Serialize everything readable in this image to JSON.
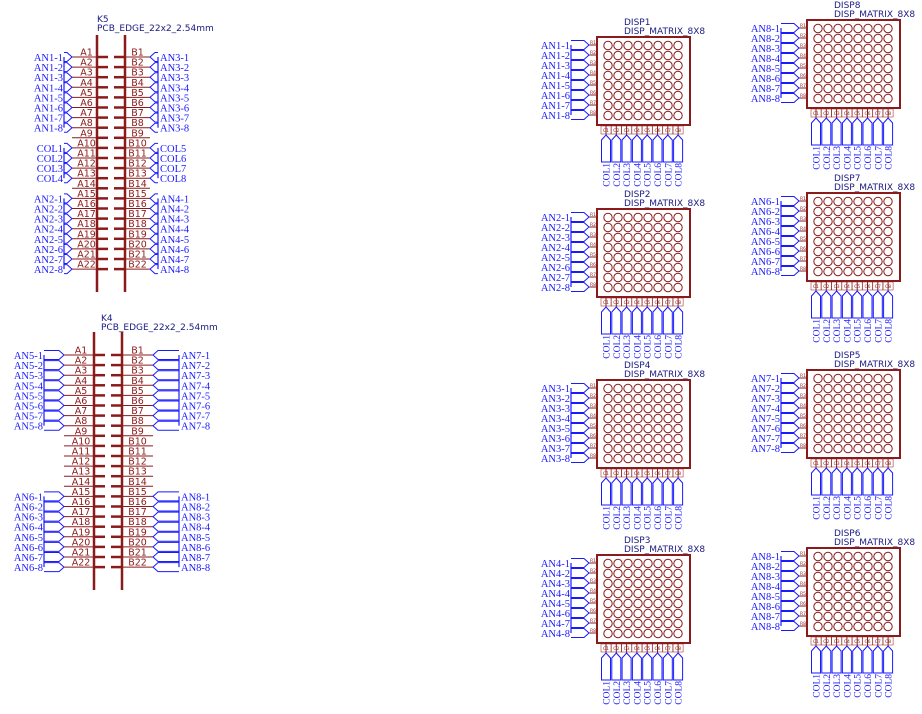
{
  "colors": {
    "component": "#8b1a1a",
    "net": "#1a1aff",
    "reference": "#1a1a80",
    "background": "#ffffff"
  },
  "connectors": [
    {
      "ref": "K5",
      "value": "PCB_EDGE_22x2_2.54mm",
      "a_pins": [
        "A1",
        "A2",
        "A3",
        "A4",
        "A5",
        "A6",
        "A7",
        "A8",
        "A9",
        "A10",
        "A11",
        "A12",
        "A13",
        "A14",
        "A15",
        "A16",
        "A17",
        "A18",
        "A19",
        "A20",
        "A21",
        "A22"
      ],
      "b_pins": [
        "B1",
        "B2",
        "B3",
        "B4",
        "B5",
        "B6",
        "B7",
        "B8",
        "B9",
        "B10",
        "B11",
        "B12",
        "B13",
        "B14",
        "B15",
        "B16",
        "B17",
        "B18",
        "B19",
        "B20",
        "B21",
        "B22"
      ],
      "a_nets": [
        "AN1-1",
        "AN1-2",
        "AN1-3",
        "AN1-4",
        "AN1-5",
        "AN1-6",
        "AN1-7",
        "AN1-8",
        "",
        "COL1",
        "COL2",
        "COL3",
        "COL4",
        "",
        "AN2-1",
        "AN2-2",
        "AN2-3",
        "AN2-4",
        "AN2-5",
        "AN2-6",
        "AN2-7",
        "AN2-8"
      ],
      "b_nets": [
        "AN3-1",
        "AN3-2",
        "AN3-3",
        "AN3-4",
        "AN3-5",
        "AN3-6",
        "AN3-7",
        "AN3-8",
        "",
        "COL5",
        "COL6",
        "COL7",
        "COL8",
        "",
        "AN4-1",
        "AN4-2",
        "AN4-3",
        "AN4-4",
        "AN4-5",
        "AN4-6",
        "AN4-7",
        "AN4-8"
      ]
    },
    {
      "ref": "K4",
      "value": "PCB_EDGE_22x2_2.54mm",
      "a_pins": [
        "A1",
        "A2",
        "A3",
        "A4",
        "A5",
        "A6",
        "A7",
        "A8",
        "A9",
        "A10",
        "A11",
        "A12",
        "A13",
        "A14",
        "A15",
        "A16",
        "A17",
        "A18",
        "A19",
        "A20",
        "A21",
        "A22"
      ],
      "b_pins": [
        "B1",
        "B2",
        "B3",
        "B4",
        "B5",
        "B6",
        "B7",
        "B8",
        "B9",
        "B10",
        "B11",
        "B12",
        "B13",
        "B14",
        "B15",
        "B16",
        "B17",
        "B18",
        "B19",
        "B20",
        "B21",
        "B22"
      ],
      "a_nets": [
        "AN5-1",
        "AN5-2",
        "AN5-3",
        "AN5-4",
        "AN5-5",
        "AN5-6",
        "AN5-7",
        "AN5-8",
        "",
        "",
        "",
        "",
        "",
        "",
        "AN6-1",
        "AN6-2",
        "AN6-3",
        "AN6-4",
        "AN6-5",
        "AN6-6",
        "AN6-7",
        "AN6-8"
      ],
      "b_nets": [
        "AN7-1",
        "AN7-2",
        "AN7-3",
        "AN7-4",
        "AN7-5",
        "AN7-6",
        "AN7-7",
        "AN7-8",
        "",
        "",
        "",
        "",
        "",
        "",
        "AN8-1",
        "AN8-2",
        "AN8-3",
        "AN8-4",
        "AN8-5",
        "AN8-6",
        "AN8-7",
        "AN8-8"
      ]
    }
  ],
  "displays": [
    {
      "ref": "DISP1",
      "value": "DISP_MATRIX_8X8",
      "row_nets": [
        "AN1-1",
        "AN1-2",
        "AN1-3",
        "AN1-4",
        "AN1-5",
        "AN1-6",
        "AN1-7",
        "AN1-8"
      ]
    },
    {
      "ref": "DISP8",
      "value": "DISP_MATRIX_8X8",
      "row_nets": [
        "AN8-1",
        "AN8-2",
        "AN8-3",
        "AN8-4",
        "AN8-5",
        "AN8-6",
        "AN8-7",
        "AN8-8"
      ]
    },
    {
      "ref": "DISP2",
      "value": "DISP_MATRIX_8X8",
      "row_nets": [
        "AN2-1",
        "AN2-2",
        "AN2-3",
        "AN2-4",
        "AN2-5",
        "AN2-6",
        "AN2-7",
        "AN2-8"
      ]
    },
    {
      "ref": "DISP7",
      "value": "DISP_MATRIX_8X8",
      "row_nets": [
        "AN6-1",
        "AN6-2",
        "AN6-3",
        "AN6-4",
        "AN6-5",
        "AN6-6",
        "AN6-7",
        "AN6-8"
      ]
    },
    {
      "ref": "DISP4",
      "value": "DISP_MATRIX_8X8",
      "row_nets": [
        "AN3-1",
        "AN3-2",
        "AN3-3",
        "AN3-4",
        "AN3-5",
        "AN3-6",
        "AN3-7",
        "AN3-8"
      ]
    },
    {
      "ref": "DISP5",
      "value": "DISP_MATRIX_8X8",
      "row_nets": [
        "AN7-1",
        "AN7-2",
        "AN7-3",
        "AN7-4",
        "AN7-5",
        "AN7-6",
        "AN7-7",
        "AN7-8"
      ]
    },
    {
      "ref": "DISP3",
      "value": "DISP_MATRIX_8X8",
      "row_nets": [
        "AN4-1",
        "AN4-2",
        "AN4-3",
        "AN4-4",
        "AN4-5",
        "AN4-6",
        "AN4-7",
        "AN4-8"
      ]
    },
    {
      "ref": "DISP6",
      "value": "DISP_MATRIX_8X8",
      "row_nets": [
        "AN8-1",
        "AN8-2",
        "AN8-3",
        "AN8-4",
        "AN8-5",
        "AN8-6",
        "AN8-7",
        "AN8-8"
      ]
    }
  ],
  "display_row_pins": [
    "R1",
    "R2",
    "R3",
    "R4",
    "R5",
    "R6",
    "R7",
    "R8"
  ],
  "display_col_pins": [
    "C1",
    "C2",
    "C3",
    "C4",
    "C5",
    "C6",
    "C7",
    "C8"
  ],
  "display_col_nets": [
    "COL1",
    "COL2",
    "COL3",
    "COL4",
    "COL5",
    "COL6",
    "COL7",
    "COL8"
  ]
}
